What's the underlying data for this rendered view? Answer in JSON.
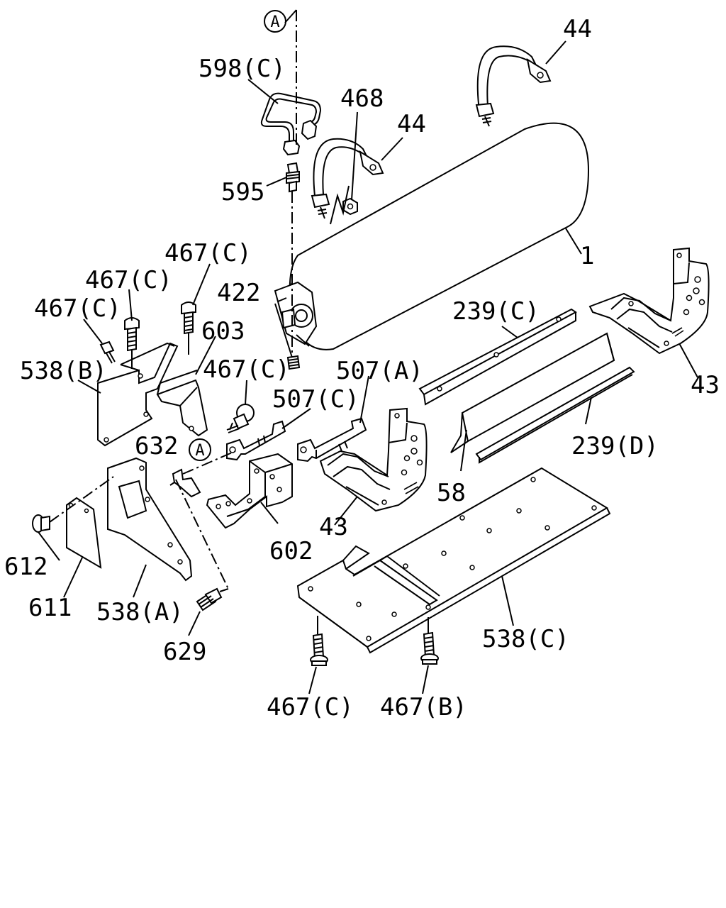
{
  "labels": {
    "ref_a_top": "A",
    "ref_a_mid": "A",
    "p598c": "598(C)",
    "p468": "468",
    "p44_top": "44",
    "p44_mid": "44",
    "p595": "595",
    "p1": "1",
    "p467c_1": "467(C)",
    "p467c_2": "467(C)",
    "p467c_3": "467(C)",
    "p422": "422",
    "p239c": "239(C)",
    "p603": "603",
    "p538b": "538(B)",
    "p467c_4": "467(C)",
    "p507a": "507(A)",
    "p43_right": "43",
    "p507c": "507(C)",
    "p632": "632",
    "p239d": "239(D)",
    "p58": "58",
    "p43_mid": "43",
    "p602": "602",
    "p612": "612",
    "p611": "611",
    "p538a": "538(A)",
    "p629": "629",
    "p538c": "538(C)",
    "p467c_5": "467(C)",
    "p467b": "467(B)"
  }
}
